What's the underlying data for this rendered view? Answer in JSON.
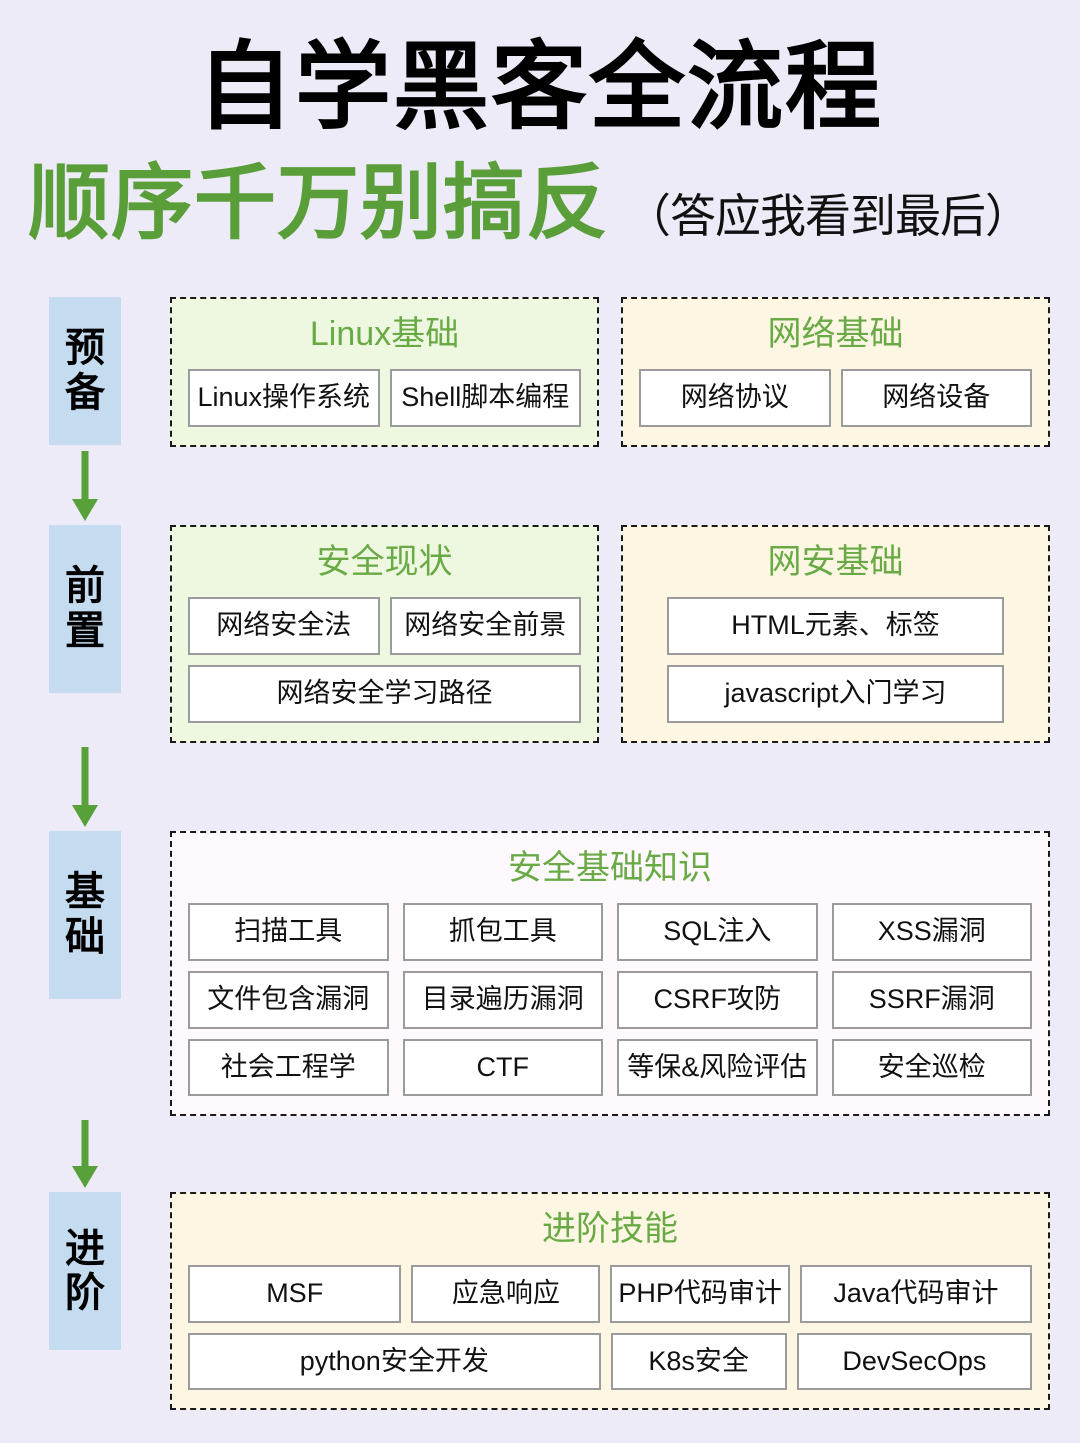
{
  "header": {
    "title": "自学黑客全流程",
    "subtitle": "顺序千万别搞反",
    "subtitle_note": "（答应我看到最后）"
  },
  "colors": {
    "page_background": "#ecebf7",
    "title": "#000000",
    "subtitle_green": "#5a9e3a",
    "panel_title_green": "#6aaa46",
    "stage_chip_blue": "#c5dcf0",
    "arrow_green": "#58a03a",
    "panel_green_bg": "#eef8e0",
    "panel_cream_bg": "#fdf6e3",
    "panel_violet_bg": "#fdf9fd",
    "chip_border": "#9b9b9b",
    "panel_border": "#1a1a1a"
  },
  "stages": [
    {
      "label": "预备",
      "chars": [
        "预",
        "备"
      ]
    },
    {
      "label": "前置",
      "chars": [
        "前",
        "置"
      ]
    },
    {
      "label": "基础",
      "chars": [
        "基",
        "础"
      ]
    },
    {
      "label": "进阶",
      "chars": [
        "进",
        "阶"
      ]
    }
  ],
  "arrows": [
    {
      "name": "arrow-prep-to-pre",
      "direction": "down"
    },
    {
      "name": "arrow-pre-to-basic",
      "direction": "down"
    },
    {
      "name": "arrow-basic-to-advanced",
      "direction": "down"
    }
  ],
  "sections": [
    {
      "stage": "预备",
      "panels": [
        {
          "title": "Linux基础",
          "theme": "green",
          "items": [
            "Linux操作系统",
            "Shell脚本编程"
          ]
        },
        {
          "title": "网络基础",
          "theme": "cream",
          "items": [
            "网络协议",
            "网络设备"
          ]
        }
      ]
    },
    {
      "stage": "前置",
      "panels": [
        {
          "title": "安全现状",
          "theme": "green",
          "items": [
            "网络安全法",
            "网络安全前景",
            "网络安全学习路径"
          ]
        },
        {
          "title": "网安基础",
          "theme": "cream",
          "items": [
            "HTML元素、标签",
            "javascript入门学习"
          ]
        }
      ]
    },
    {
      "stage": "基础",
      "panels": [
        {
          "title": "安全基础知识",
          "theme": "violet",
          "items": [
            "扫描工具",
            "抓包工具",
            "SQL注入",
            "XSS漏洞",
            "文件包含漏洞",
            "目录遍历漏洞",
            "CSRF攻防",
            "SSRF漏洞",
            "社会工程学",
            "CTF",
            "等保&风险评估",
            "安全巡检"
          ]
        }
      ]
    },
    {
      "stage": "进阶",
      "panels": [
        {
          "title": "进阶技能",
          "theme": "cream",
          "rows": [
            [
              "MSF",
              "应急响应",
              "PHP代码审计",
              "Java代码审计"
            ],
            [
              "python安全开发",
              "K8s安全",
              "DevSecOps"
            ]
          ]
        }
      ]
    }
  ]
}
